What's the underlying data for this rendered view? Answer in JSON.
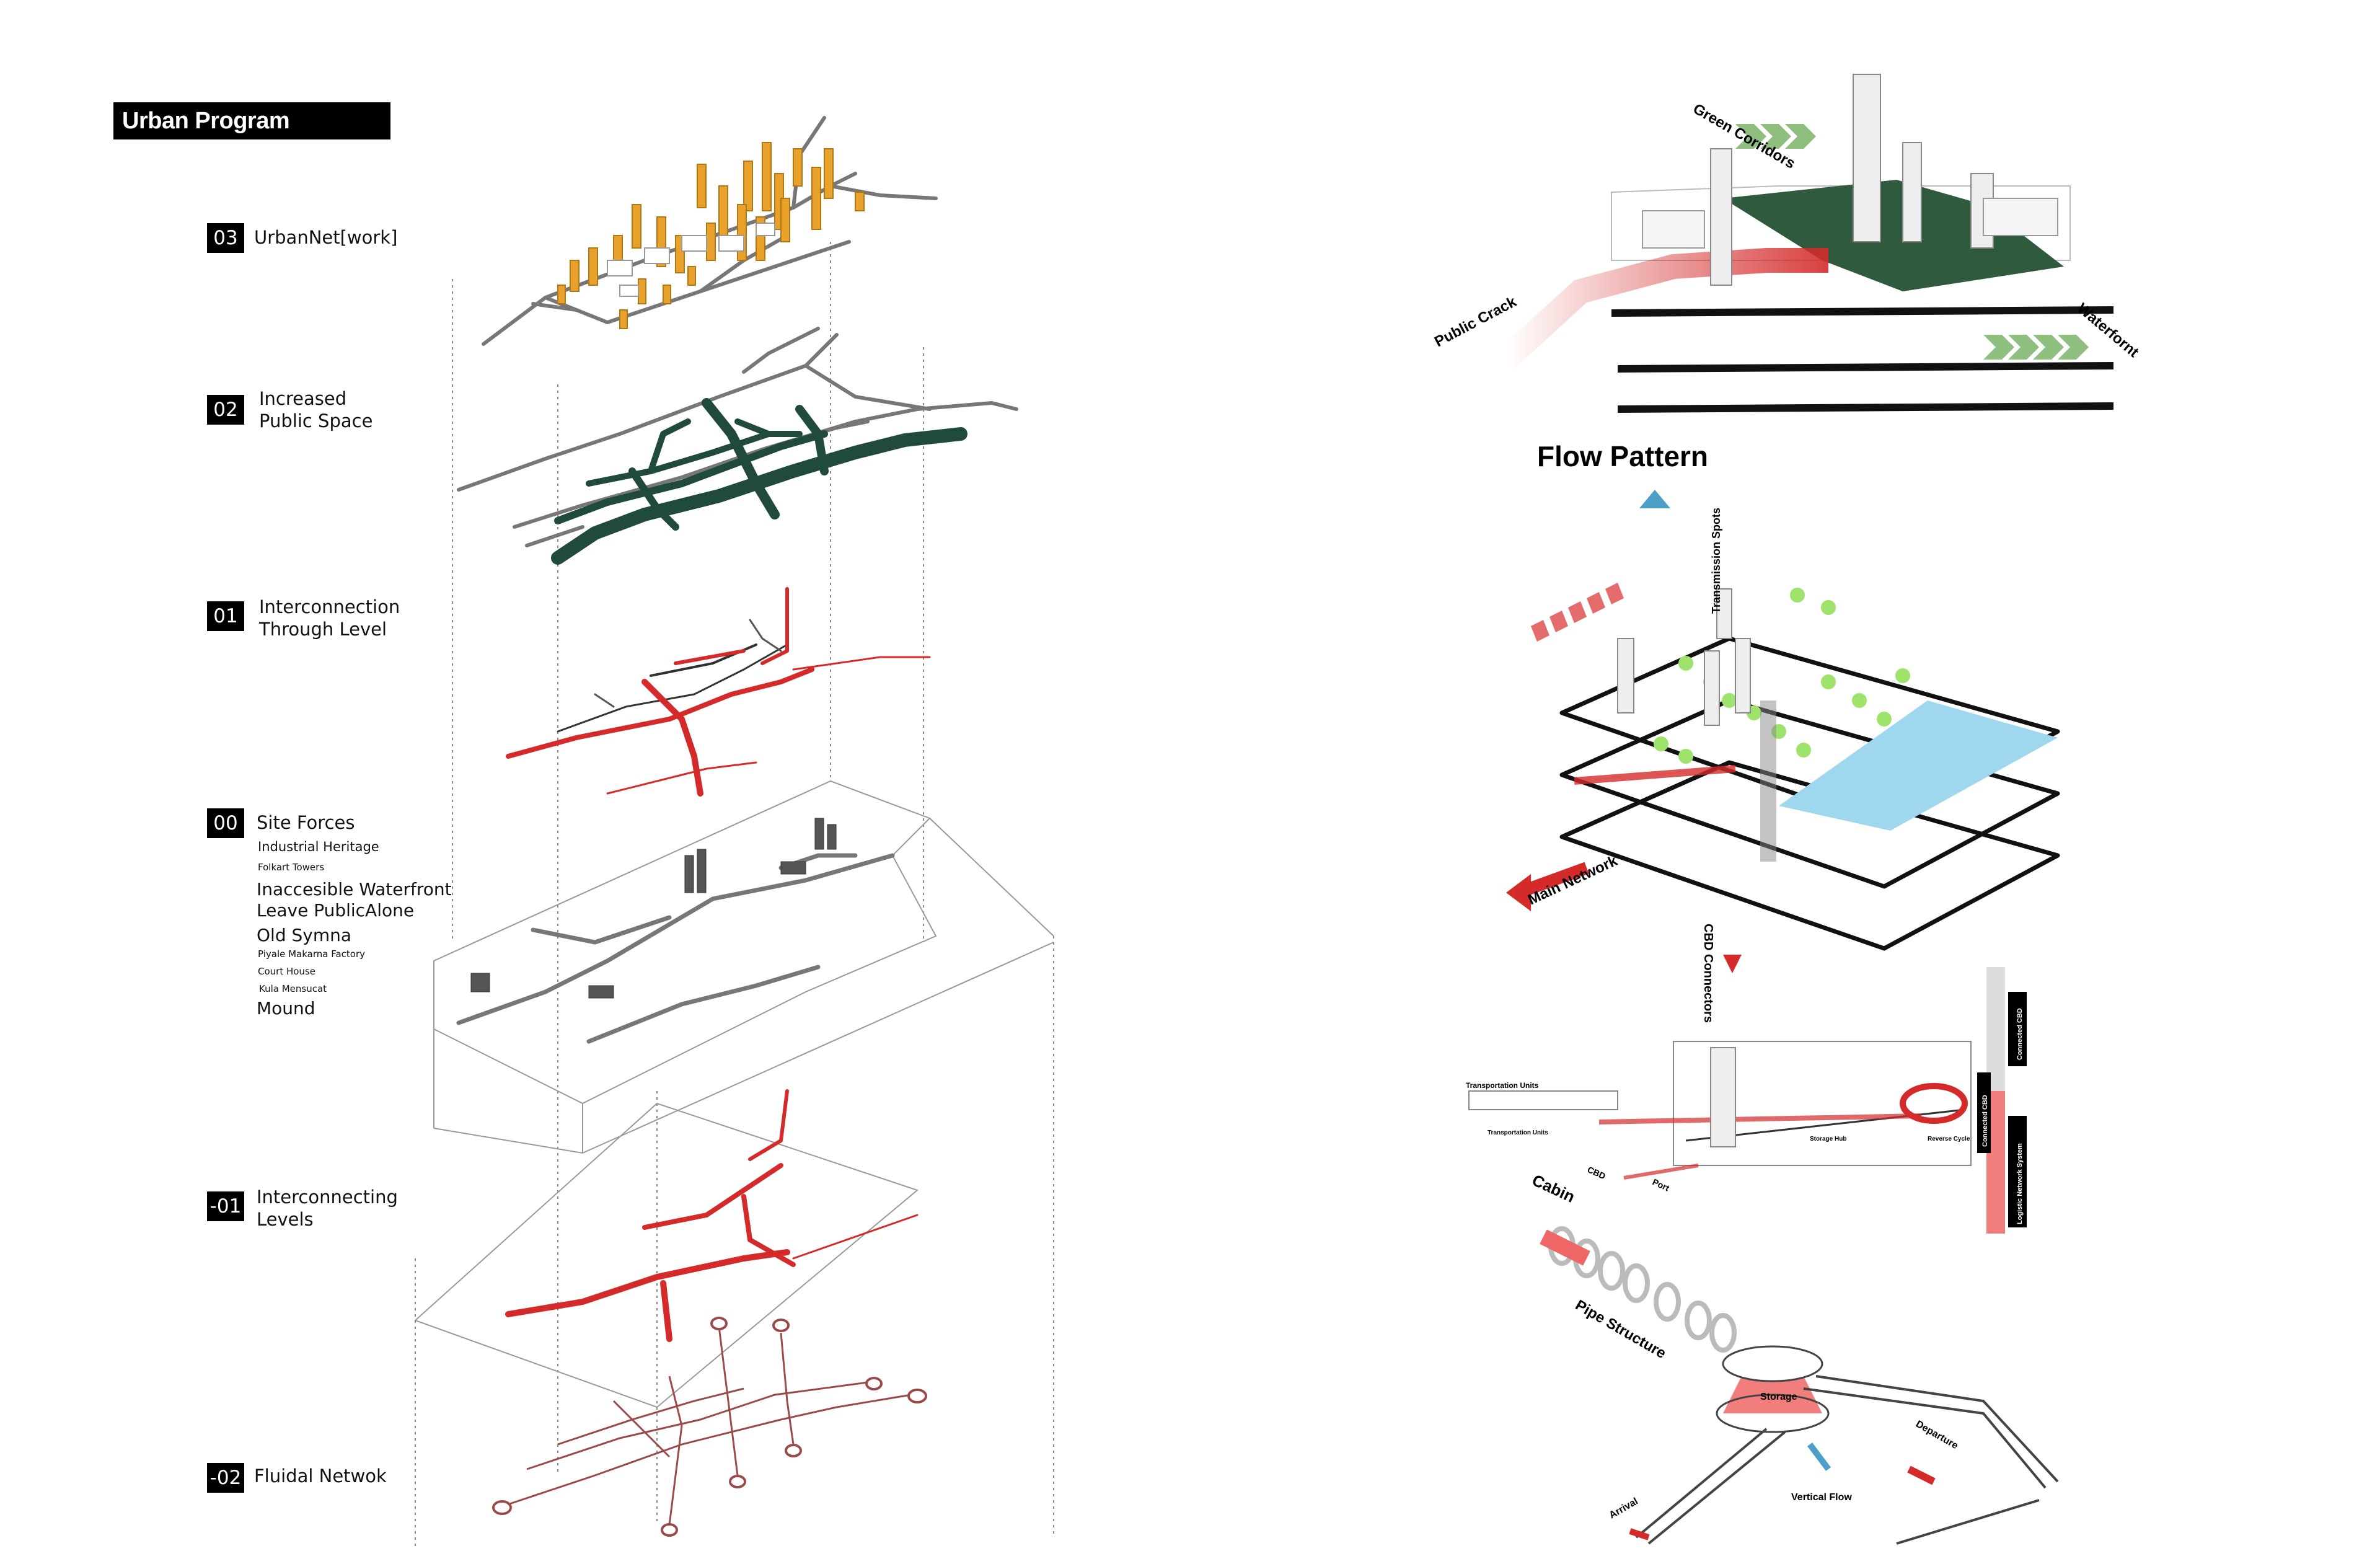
{
  "panel_title": "Urban Program",
  "levels": [
    {
      "code": "03",
      "label": "UrbanNet[work]"
    },
    {
      "code": "02",
      "label_lines": [
        "Increased",
        "Public Space"
      ]
    },
    {
      "code": "01",
      "label_lines": [
        "Interconnection",
        "Through Level"
      ]
    },
    {
      "code": "00",
      "label": "Site Forces"
    },
    {
      "code": "-01",
      "label_lines": [
        "Interconnecting",
        "Levels"
      ]
    },
    {
      "code": "-02",
      "label": "Fluidal Netwok"
    }
  ],
  "site_forces": [
    "Industrial Heritage",
    "Folkart Towers",
    "Inaccesible Waterfront",
    "Leave PublicAlone",
    "Old Symna",
    "Piyale Makarna Factory",
    "Court House",
    "Kula Mensucat",
    "Mound"
  ],
  "right": {
    "top_labels": {
      "green": "Green Corridors",
      "crack": "Public Crack",
      "waterfront": "Waterfornt"
    },
    "flow_title": "Flow Pattern",
    "flow_labels": {
      "transmission": "Transmission Spots",
      "main": "Main Network",
      "cbd": "CBD Connectors"
    },
    "section_labels": {
      "units": "Transportation Units",
      "units2": "Transportation Units",
      "storage": "Storage Hub",
      "reverse": "Reverse Cycle",
      "cabin": "Cabin",
      "cbd": "CBD",
      "port": "Port",
      "pipe": "Pipe Structure"
    },
    "legend": {
      "connected_cbd": "Connected CBD",
      "connected_cbd2": "Connected CBD",
      "logistic": "Logistic Network System"
    },
    "hub_labels": {
      "storage": "Storage",
      "arrival": "Arrival",
      "vertical": "Vertical Flow",
      "departure": "Departure"
    }
  },
  "colors": {
    "red": "#d42a2a",
    "green_dark": "#1f4a3c",
    "orange": "#e8a12a",
    "blue": "#7fc8e8",
    "light_green": "#9ee36b"
  }
}
